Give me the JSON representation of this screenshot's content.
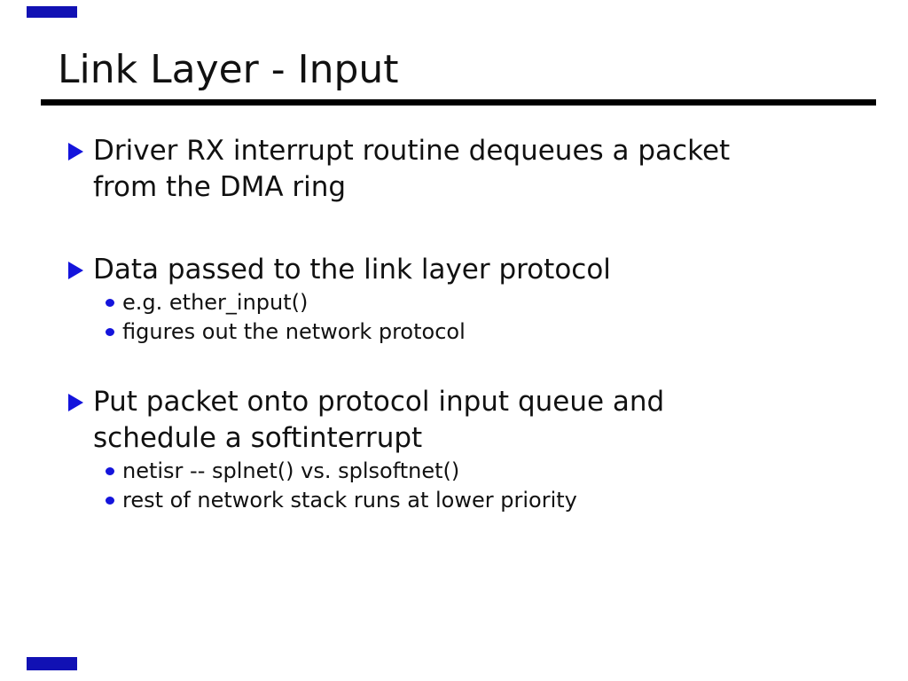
{
  "slide": {
    "title": "Link Layer - Input",
    "bullets": [
      {
        "text": "Driver RX interrupt routine dequeues a packet from the DMA ring",
        "subs": []
      },
      {
        "text": "Data passed to the link layer protocol",
        "subs": [
          {
            "text": "e.g. ether_input()"
          },
          {
            "text": "figures out the network protocol"
          }
        ]
      },
      {
        "text": "Put packet onto protocol input queue and schedule a softinterrupt",
        "subs": [
          {
            "text": "netisr -- splnet() vs. splsoftnet()"
          },
          {
            "text": "rest of network stack runs at lower priority"
          }
        ]
      }
    ],
    "colors": {
      "bullet_blue": "#1414dc",
      "nav_marker_blue": "#1111b4",
      "text_black": "#111111",
      "rule_black": "#000000"
    }
  }
}
